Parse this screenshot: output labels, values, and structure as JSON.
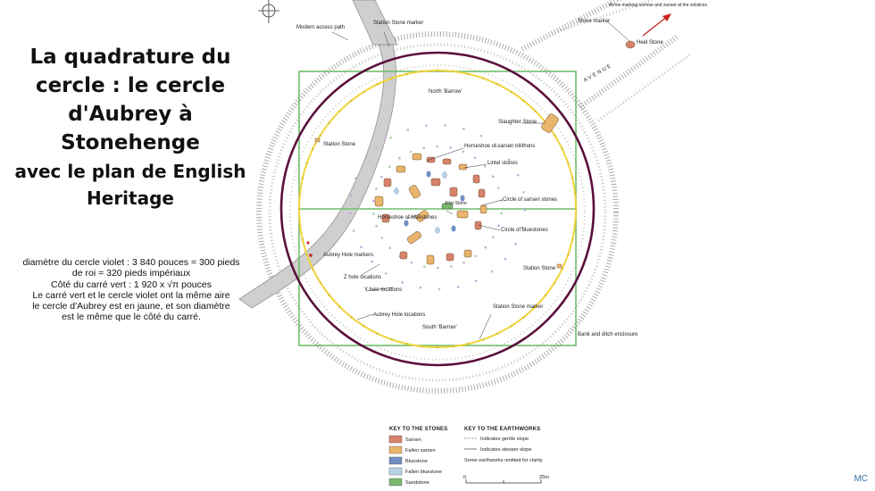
{
  "title": {
    "line1": "La quadrature du",
    "line2": "cercle : le cercle",
    "line3": "d'Aubrey à",
    "line4": "Stonehenge",
    "line5": "avec le plan de English",
    "line6": "Heritage"
  },
  "description": [
    "diamètre du cercle violet : 3 840 pouces = 300 pieds",
    "de roi = 320 pieds impériaux",
    "Côté du carré vert : 1 920 x √π pouces",
    "Le carré vert et le cercle violet ont la même aire",
    "le cercle d'Aubrey est en jaune, et son diamètre",
    "est le même que le côté du carré."
  ],
  "plan_labels": {
    "modern_access_path": "Modern access path",
    "station_stone_marker_top": "Station Stone marker",
    "arrow_note": "Arrow marking sunrise and sunset at the solstices",
    "stone_marker": "Stone marker",
    "heel_stone": "Heel Stone",
    "avenue": "AVENUE",
    "north_barrow": "North 'Barrow'",
    "slaughter_stone": "Slaughter Stone",
    "station_stone_left": "Station Stone",
    "horseshoe_trilithons": "Horseshoe of sarsen trilithons",
    "lintel_stones": "Lintel stones",
    "circle_sarsen": "Circle of sarsen stones",
    "altar_stone": "Altar Stone",
    "horseshoe_bluestones": "Horseshoe of bluestones",
    "circle_bluestones": "Circle of bluestones",
    "aubrey_hole_markers": "Aubrey Hole markers",
    "z_hole": "Z hole locations",
    "y_hole": "Y hole locations",
    "station_stone_right": "Station Stone",
    "station_stone_marker_bottom": "Station Stone marker",
    "aubrey_hole_locations": "Aubrey Hole locations",
    "south_barrow": "South 'Barrow'",
    "bank_ditch": "Bank and ditch enclosure"
  },
  "key_stones": {
    "title": "KEY TO THE STONES",
    "items": [
      {
        "label": "Sarsen",
        "color": "#d9826a"
      },
      {
        "label": "Fallen sarsen",
        "color": "#e9b46b"
      },
      {
        "label": "Bluestone",
        "color": "#6f8fc4"
      },
      {
        "label": "Fallen bluestone",
        "color": "#b9d3e6"
      },
      {
        "label": "Sandstone",
        "color": "#79b86c"
      }
    ]
  },
  "key_earthworks": {
    "title": "KEY TO THE EARTHWORKS",
    "items": [
      "Indicates gentle slope",
      "Indicates steeper slope",
      "Some earthworks omitted for clarity"
    ]
  },
  "scale": {
    "start": "0",
    "end": "25m"
  },
  "credit": "MC",
  "colors": {
    "violet_circle": "#5a0f3c",
    "aubrey_circle": "#f0d43a",
    "square": "#6fbf6a",
    "access_path": "#c8c8c8",
    "red_arrow": "#cc1f1f"
  }
}
